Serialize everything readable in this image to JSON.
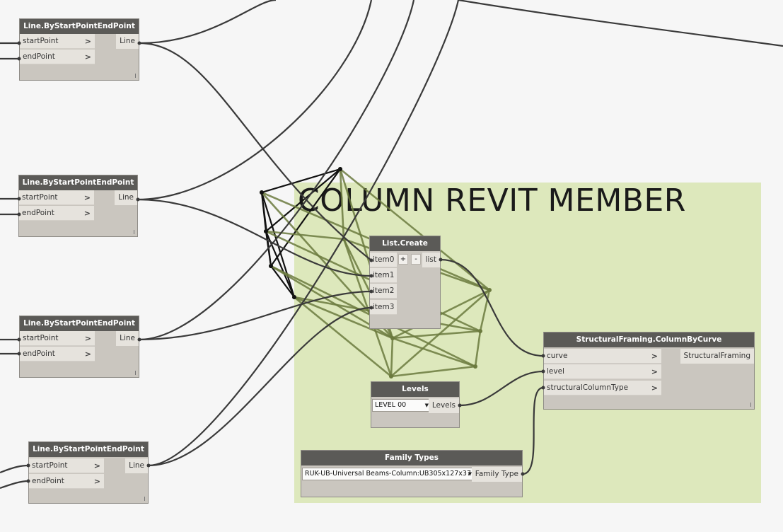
{
  "group": {
    "title": "COLUMN REVIT MEMBER"
  },
  "line_nodes": [
    {
      "title": "Line.ByStartPointEndPoint",
      "in1": "startPoint",
      "in2": "endPoint",
      "out": "Line"
    },
    {
      "title": "Line.ByStartPointEndPoint",
      "in1": "startPoint",
      "in2": "endPoint",
      "out": "Line"
    },
    {
      "title": "Line.ByStartPointEndPoint",
      "in1": "startPoint",
      "in2": "endPoint",
      "out": "Line"
    },
    {
      "title": "Line.ByStartPointEndPoint",
      "in1": "startPoint",
      "in2": "endPoint",
      "out": "Line"
    }
  ],
  "list_create": {
    "title": "List.Create",
    "items": [
      "item0",
      "item1",
      "item2",
      "item3"
    ],
    "add_label": "+",
    "remove_label": "-",
    "out": "list"
  },
  "levels": {
    "title": "Levels",
    "selected": "LEVEL 00",
    "out": "Levels"
  },
  "family_types": {
    "title": "Family Types",
    "selected": "RUK-UB-Universal Beams-Column:UB305x127x37",
    "out": "Family Type"
  },
  "structural": {
    "title": "StructuralFraming.ColumnByCurve",
    "inputs": [
      "curve",
      "level",
      "structuralColumnType"
    ],
    "out": "StructuralFraming"
  },
  "colors": {
    "canvas": "#f6f6f6",
    "group": "#dde8bc",
    "node_header": "#5b5a57",
    "node_body": "#cac6bf",
    "wire": "#3a3a3a",
    "geometry_dark": "#111111",
    "geometry_green": "#6b7a3e"
  }
}
